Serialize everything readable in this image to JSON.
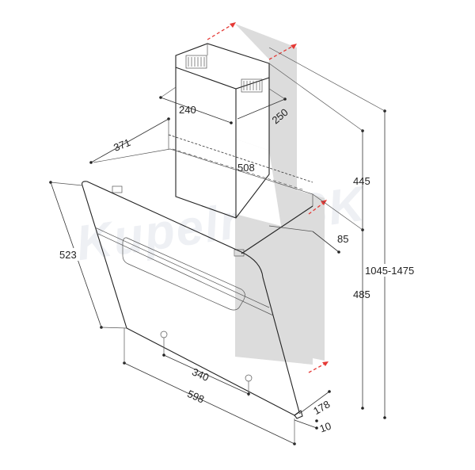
{
  "watermark": "Kupelne.SK",
  "colors": {
    "line": "#222222",
    "wall": "#dcdcdc",
    "arrow": "#e53935"
  },
  "dimensions": {
    "chimney_width": "240",
    "chimney_depth": "250",
    "body_depth": "371",
    "mount_width": "508",
    "chimney_height": "445",
    "total_height": "1045-1475",
    "lower_height": "485",
    "glass_height": "523",
    "wall_offset": "85",
    "bracket_spacing": "340",
    "overall_width": "598",
    "bottom_depth": "178",
    "glass_thickness": "10"
  }
}
